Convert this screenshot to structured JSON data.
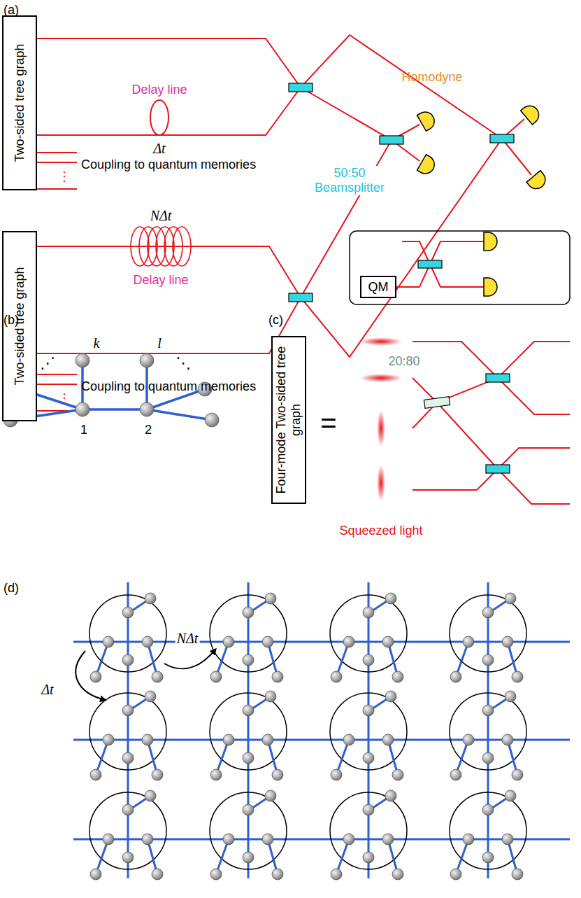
{
  "diagram": {
    "nodes": [
      {
        "text": [
          "Two-sided tree graph"
        ]
      },
      {
        "text": [
          "Two-sided tree graph"
        ]
      },
      {
        "text": [
          "QM"
        ]
      },
      {
        "text": [
          "Four-mode Two-sided tree graph"
        ]
      }
    ],
    "labels": [
      "(a)",
      "Delay line",
      "Δt",
      "Coupling to quantum memories",
      "⋮",
      "NΔt",
      "Delay line",
      "Coupling to quantum memories",
      "⋮",
      "Homodyne",
      "50:50 Beamsplitter",
      "(b)",
      "k",
      "l",
      "⋰",
      "⋱",
      "1",
      "2",
      "(c)",
      "=",
      "20:80",
      "Squeezed light",
      "(d)",
      "Δt",
      "NΔt"
    ]
  }
}
